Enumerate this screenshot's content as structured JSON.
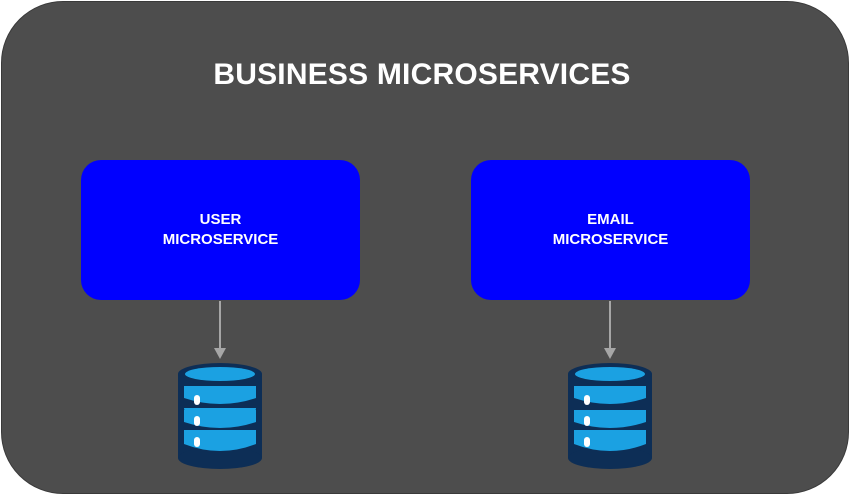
{
  "diagram": {
    "title": "BUSINESS MICROSERVICES",
    "services": [
      {
        "line1": "USER",
        "line2": "MICROSERVICE",
        "database_icon": "database-icon"
      },
      {
        "line1": "EMAIL",
        "line2": "MICROSERVICE",
        "database_icon": "database-icon"
      }
    ]
  },
  "colors": {
    "container": "#4d4d4d",
    "service_box": "#0000ff",
    "arrow": "#a6a6a6",
    "db_fill": "#1ba1e2",
    "db_outline": "#0d2e56",
    "text": "#ffffff"
  }
}
